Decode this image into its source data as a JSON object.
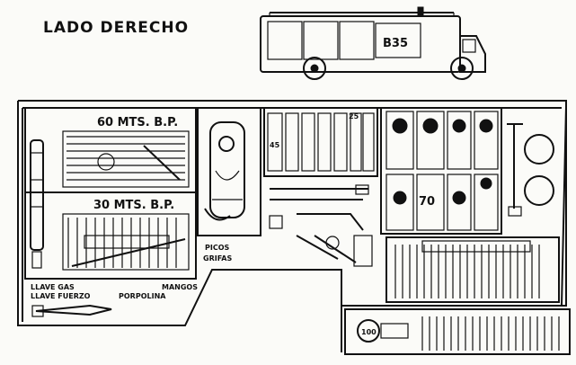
{
  "title": "LADO DERECHO",
  "truck": {
    "code": "B35"
  },
  "compartments": {
    "left_top_label": "60 MTS. B.P.",
    "left_bottom_label": "30 MTS. B.P.",
    "sca_labels": [
      "PICOS",
      "GRIFAS"
    ],
    "key_labels": [
      "LLAVE GAS",
      "LLAVE FUERZO",
      "MANGOS",
      "PORPOLINA"
    ],
    "panel_numbers": [
      "45",
      "25"
    ],
    "box_number": "70",
    "pump_number": "100"
  }
}
